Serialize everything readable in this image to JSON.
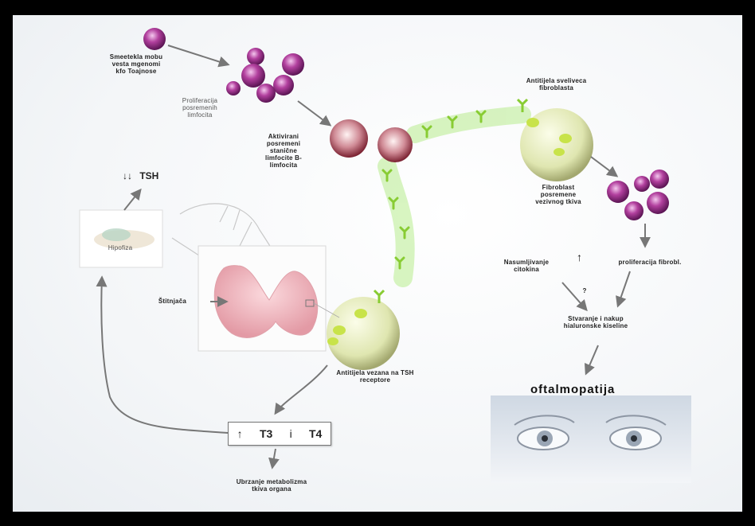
{
  "labels": {
    "top_cell": "Smeetekla mobu vesta mgenomi kfo Toajnose",
    "proliferation": "Proliferacija posremenih limfocita",
    "bcells": "Aktivirani posremeni stanične limfocite B-limfocita",
    "antibody_top": "Antitijela sveliveca fibroblasta",
    "fibroblast_right": "Fibroblast posremene vezivnog tkiva",
    "right_prolif": "proliferacija fibrobl.",
    "cytokines": "Nasumljivanje citokina",
    "glycos": "Stvaranje i nakup hialuronske kiseline",
    "thyroid_cell": "Antitijela vezana na TSH receptore",
    "thyroid_label": "Štitnjača",
    "pituitary": "Hipofiza",
    "metabolism": "Ubrzanje metabolizma tkiva organa"
  },
  "tsh": {
    "arrows": "↓↓",
    "label": "TSH"
  },
  "hormones": {
    "arrow": "↑",
    "t3": "T3",
    "sep": "i",
    "t4": "T4"
  },
  "up_arrow": "↑",
  "question": "?",
  "ophthalmopathy": "oftalmopatija"
}
